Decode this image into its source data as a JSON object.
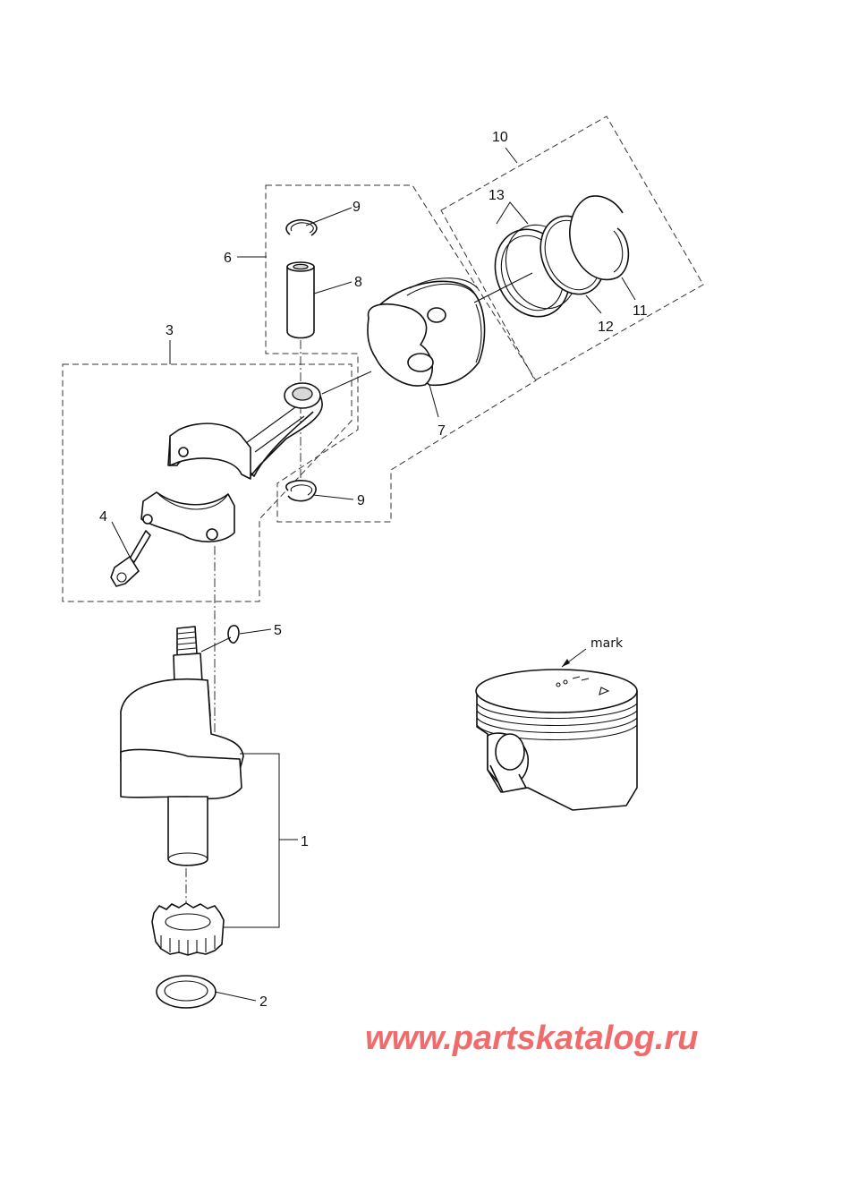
{
  "labels": {
    "p1": "1",
    "p2": "2",
    "p3": "3",
    "p4": "4",
    "p5": "5",
    "p6": "6",
    "p7": "7",
    "p8": "8",
    "p9a": "9",
    "p9b": "9",
    "p10": "10",
    "p11": "11",
    "p12": "12",
    "p13": "13"
  },
  "detail": {
    "mark_label": "mark"
  },
  "watermark": "www.partskatalog.ru"
}
